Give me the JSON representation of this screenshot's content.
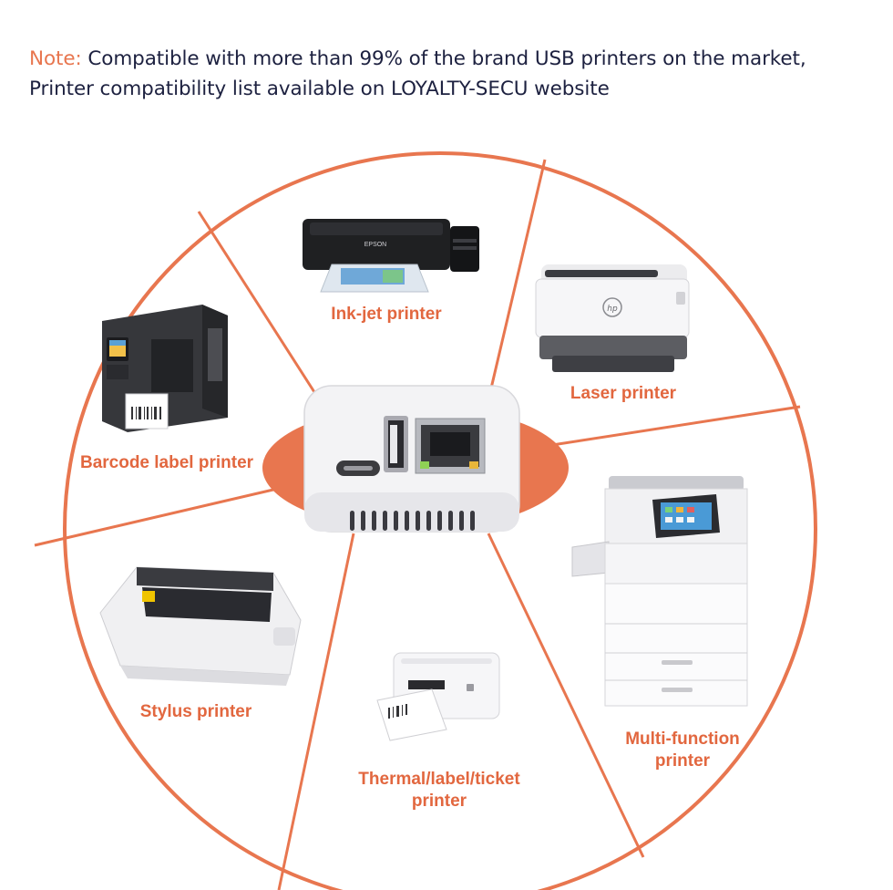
{
  "note": {
    "label": "Note:",
    "line1": "Compatible with more than 99% of the brand USB printers on the market,",
    "line2": "Printer compatibility list available on LOYALTY-SECU website"
  },
  "segments": {
    "inkjet": "Ink-jet printer",
    "laser": "Laser printer",
    "barcode": "Barcode label printer",
    "multifunction_line1": "Multi-function",
    "multifunction_line2": "printer",
    "stylus": "Stylus printer",
    "thermal_line1": "Thermal/label/ticket",
    "thermal_line2": "printer"
  },
  "device_labels": {
    "inkjet_brand": "EPSON",
    "laser_brand": "hp"
  },
  "colors": {
    "accent": "#e8764f",
    "note_text": "#1d2140",
    "label_text": "#e2673f"
  }
}
